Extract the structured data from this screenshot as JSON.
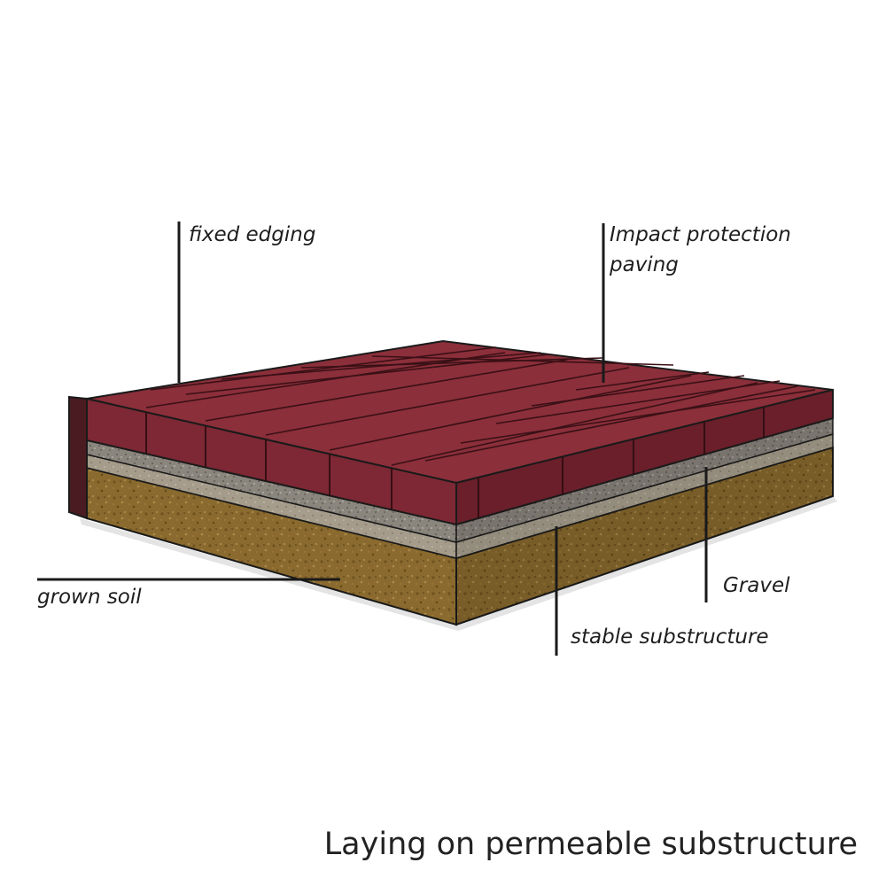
{
  "labels": {
    "fixed_edging": "fixed edging",
    "impact_protection": [
      "Impact protection",
      "paving"
    ],
    "grown_soil": "grown soil",
    "gravel": "Gravel",
    "stable_substructure": "stable substructure"
  },
  "caption": "Laying on permeable substructure",
  "colors": {
    "paver": "#8b2f3a",
    "paver_front": "#7d2834",
    "paver_side": "#6a1f2a",
    "edging": "#4a1c22",
    "gravel": "#8a857d",
    "substructure": "#a59c8b",
    "soil": "#8a6a2e",
    "line": "#1a1a1a"
  }
}
